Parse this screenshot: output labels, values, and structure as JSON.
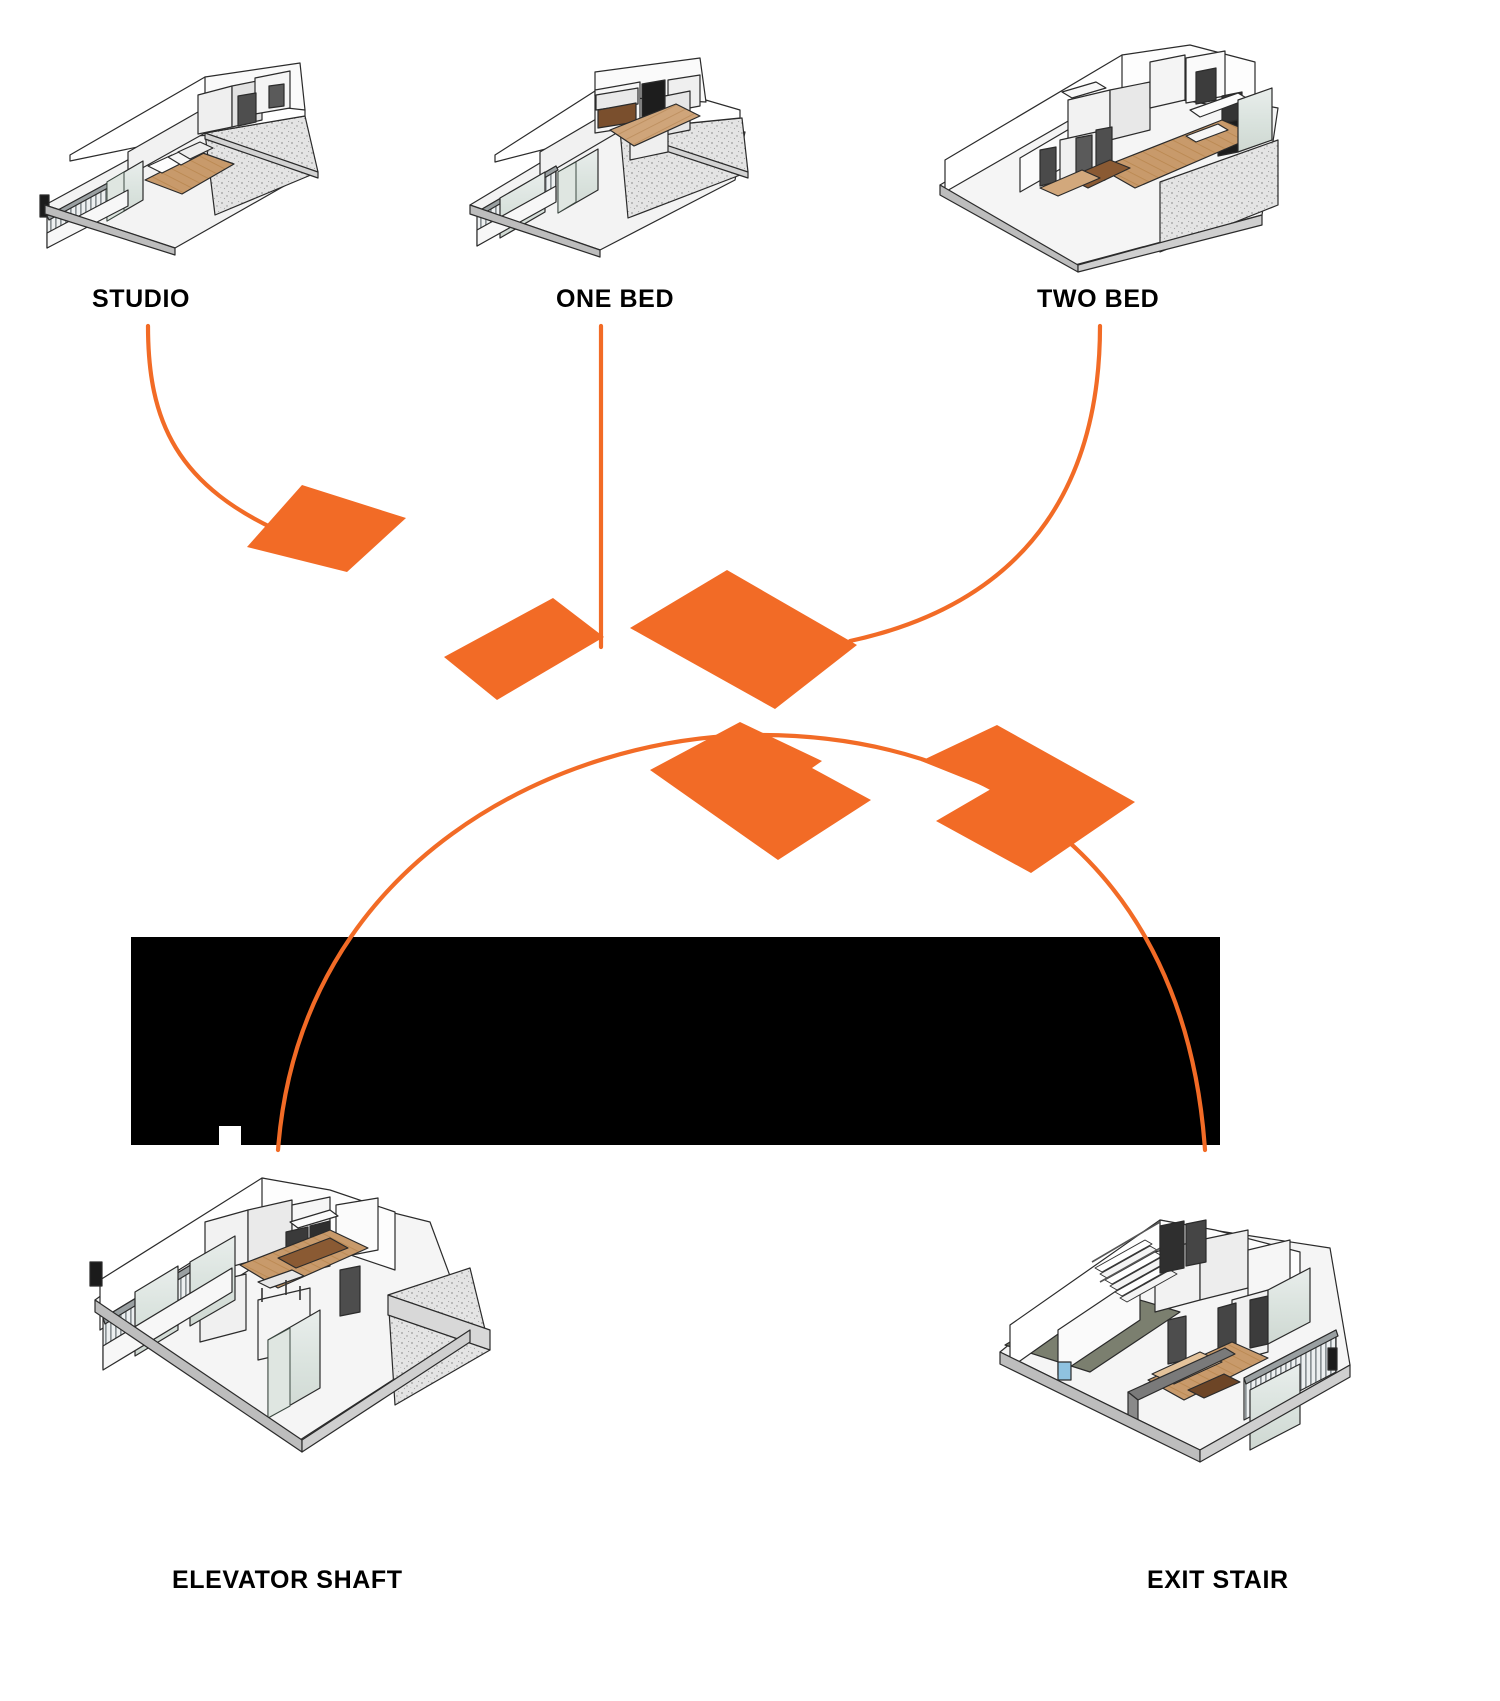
{
  "diagram": {
    "title": "Residential Unit Type Axonometric Exploded Diagram",
    "accent_color": "#F26B26",
    "bar_color": "#000000",
    "background": "#FFFFFF",
    "label_color": "#000000"
  },
  "units": [
    {
      "id": "studio",
      "label": "STUDIO",
      "position": "top-left",
      "description": "Axonometric cutaway of a studio apartment unit with balcony, glazed facade and textured concrete party wall"
    },
    {
      "id": "one-bed",
      "label": "ONE BED",
      "position": "top-center",
      "description": "Axonometric cutaway of a one bedroom apartment unit with balcony, kitchen and textured concrete party wall"
    },
    {
      "id": "two-bed",
      "label": "TWO BED",
      "position": "top-right",
      "description": "Axonometric cutaway of a two bedroom apartment unit with corridor, wood floor living area and textured concrete party wall"
    },
    {
      "id": "elevator-shaft",
      "label": "ELEVATOR SHAFT",
      "position": "bottom-left",
      "description": "Axonometric cutaway showing the elevator shaft core within an apartment plate"
    },
    {
      "id": "exit-stair",
      "label": "EXIT STAIR",
      "position": "bottom-right",
      "description": "Axonometric cutaway showing the egress exit stair core within an apartment plate"
    }
  ],
  "plan_tiles": [
    {
      "id": "tile-studio",
      "name": "studio-plate",
      "shape": "parallelogram"
    },
    {
      "id": "tile-onebed",
      "name": "one-bed-plate",
      "shape": "parallelogram"
    },
    {
      "id": "tile-twobed",
      "name": "two-bed-plate",
      "shape": "parallelogram"
    },
    {
      "id": "tile-elev",
      "name": "elevator-plate",
      "shape": "notched-parallelogram"
    },
    {
      "id": "tile-stair",
      "name": "exit-stair-plate",
      "shape": "notched-parallelogram"
    }
  ],
  "leader_lines": [
    {
      "id": "leader-studio",
      "from": "STUDIO",
      "to": "tile-studio",
      "style": "curve"
    },
    {
      "id": "leader-onebed",
      "from": "ONE BED",
      "to": "tile-onebed",
      "style": "straight"
    },
    {
      "id": "leader-twobed",
      "from": "TWO BED",
      "to": "tile-twobed",
      "style": "curve"
    },
    {
      "id": "leader-core",
      "from": "ELEVATOR SHAFT",
      "to": "EXIT STAIR",
      "style": "arc"
    }
  ],
  "black_bar": {
    "id": "redacted-bar",
    "note": "solid black redaction band across the middle of the sheet",
    "notch": "small white rectangular notch at lower left"
  }
}
